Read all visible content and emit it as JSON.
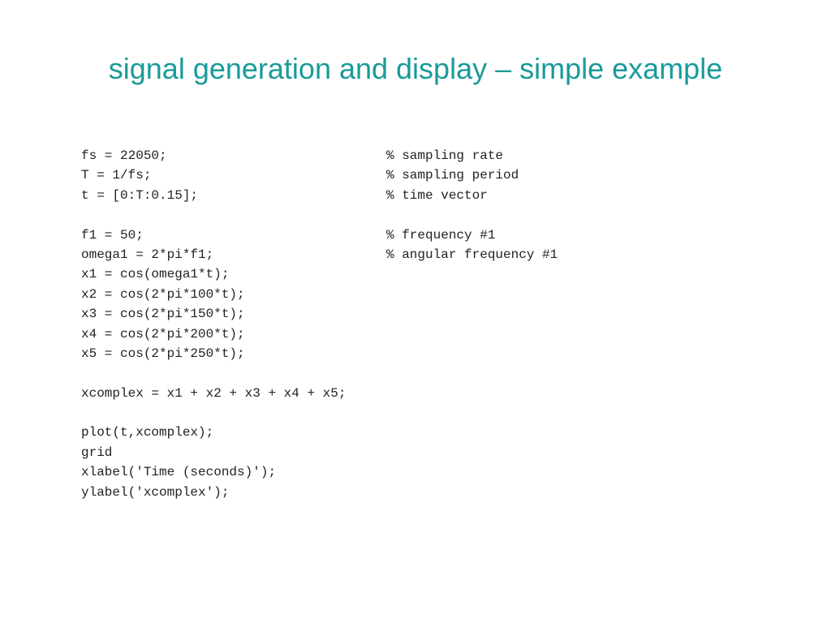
{
  "slide": {
    "title": "signal generation and display – simple example"
  },
  "code": {
    "lines": [
      {
        "code": "fs = 22050;",
        "comment": "% sampling rate"
      },
      {
        "code": "T = 1/fs;",
        "comment": "% sampling period"
      },
      {
        "code": "t = [0:T:0.15];",
        "comment": "% time vector"
      },
      {
        "code": "",
        "comment": ""
      },
      {
        "code": "f1 = 50;",
        "comment": "% frequency #1"
      },
      {
        "code": "omega1 = 2*pi*f1;",
        "comment": "% angular frequency #1"
      },
      {
        "code": "x1 = cos(omega1*t);",
        "comment": ""
      },
      {
        "code": "x2 = cos(2*pi*100*t);",
        "comment": ""
      },
      {
        "code": "x3 = cos(2*pi*150*t);",
        "comment": ""
      },
      {
        "code": "x4 = cos(2*pi*200*t);",
        "comment": ""
      },
      {
        "code": "x5 = cos(2*pi*250*t);",
        "comment": ""
      },
      {
        "code": "",
        "comment": ""
      },
      {
        "code": "xcomplex = x1 + x2 + x3 + x4 + x5;",
        "comment": ""
      },
      {
        "code": "",
        "comment": ""
      },
      {
        "code": "plot(t,xcomplex);",
        "comment": ""
      },
      {
        "code": "grid",
        "comment": ""
      },
      {
        "code": "xlabel('Time (seconds)');",
        "comment": ""
      },
      {
        "code": "ylabel('xcomplex');",
        "comment": ""
      }
    ]
  }
}
